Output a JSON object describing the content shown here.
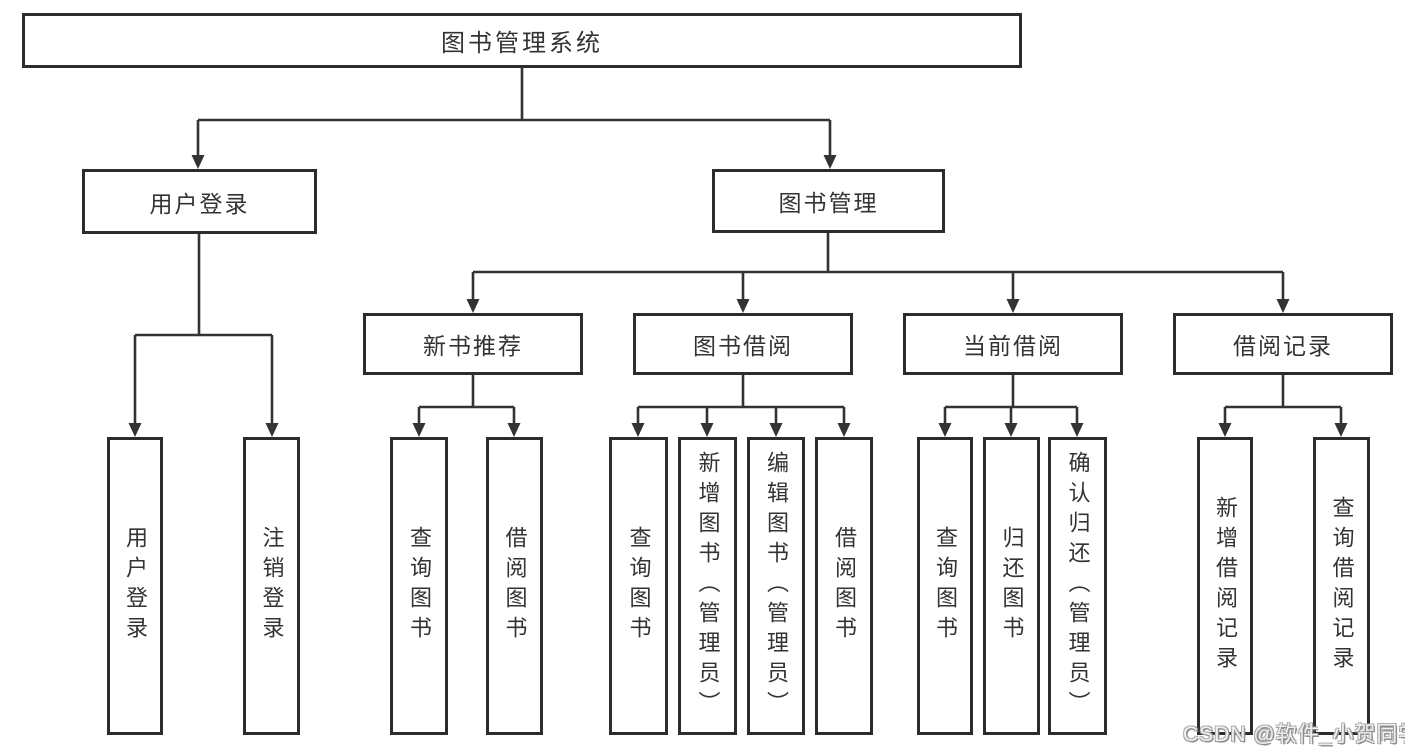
{
  "diagram": {
    "root": {
      "label": "图书管理系统"
    },
    "branches": [
      {
        "label": "用户登录",
        "children": [
          {
            "label": "用户登录"
          },
          {
            "label": "注销登录"
          }
        ]
      },
      {
        "label": "图书管理",
        "children": [
          {
            "label": "新书推荐",
            "children": [
              {
                "label": "查询图书"
              },
              {
                "label": "借阅图书"
              }
            ]
          },
          {
            "label": "图书借阅",
            "children": [
              {
                "label": "查询图书"
              },
              {
                "label": "新增图书（管理员）"
              },
              {
                "label": "编辑图书（管理员）"
              },
              {
                "label": "借阅图书"
              }
            ]
          },
          {
            "label": "当前借阅",
            "children": [
              {
                "label": "查询图书"
              },
              {
                "label": "归还图书"
              },
              {
                "label": "确认归还（管理员）"
              }
            ]
          },
          {
            "label": "借阅记录",
            "children": [
              {
                "label": "新增借阅记录"
              },
              {
                "label": "查询借阅记录"
              }
            ]
          }
        ]
      }
    ]
  },
  "watermark": {
    "text": "CSDN @软件_小贺同学"
  },
  "colors": {
    "line": "#333333",
    "box_border": "#2c2c2c",
    "background": "#ffffff",
    "text": "#333333"
  }
}
